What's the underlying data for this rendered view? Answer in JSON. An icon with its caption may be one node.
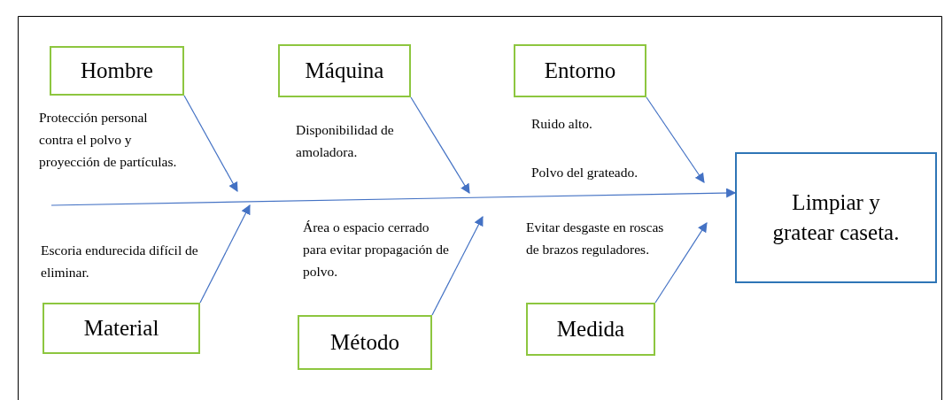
{
  "diagram": {
    "nodes": [
      {
        "text": [
          "Hombre"
        ],
        "beside": [
          "Protección personal contra el polvo y proyección de partículas."
        ]
      },
      {
        "text": [
          "Máquina"
        ],
        "beside": [
          "Disponibilidad de amoladora."
        ]
      },
      {
        "text": [
          "Entorno"
        ],
        "beside": [
          "Ruido alto.",
          "Polvo del grateado."
        ]
      },
      {
        "text": [
          "Limpiar y gratear caseta."
        ]
      },
      {
        "text": [
          "Material"
        ],
        "beside": [
          "Escoria endurecida difícil de eliminar."
        ]
      },
      {
        "text": [
          "Método"
        ],
        "beside": [
          "Área o espacio cerrado para evitar propagación de polvo."
        ]
      },
      {
        "text": [
          "Medida"
        ],
        "beside": [
          "Evitar desgaste en roscas de brazos reguladores."
        ]
      }
    ],
    "edges": [
      {
        "from": null,
        "to": 3,
        "arrow": "to"
      },
      {
        "from": 0,
        "to": null,
        "arrow": "to"
      },
      {
        "from": 1,
        "to": null,
        "arrow": "to"
      },
      {
        "from": 2,
        "to": null,
        "arrow": "to"
      },
      {
        "from": 4,
        "to": null,
        "arrow": "to"
      },
      {
        "from": 5,
        "to": null,
        "arrow": "to"
      },
      {
        "from": 6,
        "to": null,
        "arrow": "to"
      }
    ]
  }
}
